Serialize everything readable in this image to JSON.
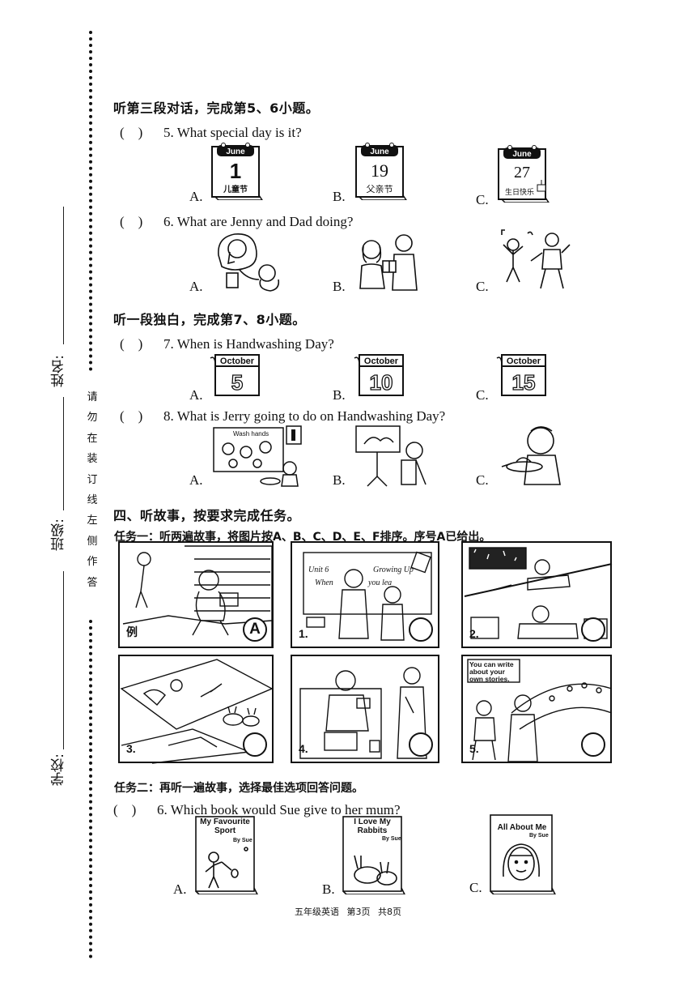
{
  "binding": {
    "name_label": "姓名:",
    "class_label": "班级:",
    "school_label": "学校:",
    "warning_chars": [
      "请",
      "勿",
      "在",
      "装",
      "订",
      "线",
      "左",
      "侧",
      "作",
      "答"
    ]
  },
  "section_dialogue3": {
    "title": "听第三段对话，完成第5、6小题。"
  },
  "q5": {
    "paren": "(　)",
    "number": "5.",
    "text": "What special day is it?",
    "options": [
      {
        "letter": "A.",
        "month": "June",
        "day": "1",
        "caption": "儿童节"
      },
      {
        "letter": "B.",
        "month": "June",
        "day": "19",
        "caption": "父亲节"
      },
      {
        "letter": "C.",
        "month": "June",
        "day": "27",
        "caption": "生日快乐"
      }
    ]
  },
  "q6": {
    "paren": "(　)",
    "number": "6.",
    "text": "What are Jenny and Dad doing?",
    "options": [
      {
        "letter": "A."
      },
      {
        "letter": "B."
      },
      {
        "letter": "C."
      }
    ]
  },
  "section_monologue": {
    "title": "听一段独白，完成第7、8小题。"
  },
  "q7": {
    "paren": "(　)",
    "number": "7.",
    "text": "When is Handwashing Day?",
    "options": [
      {
        "letter": "A.",
        "month": "October",
        "day": "5"
      },
      {
        "letter": "B.",
        "month": "October",
        "day": "10"
      },
      {
        "letter": "C.",
        "month": "October",
        "day": "15"
      }
    ]
  },
  "q8": {
    "paren": "(　)",
    "number": "8.",
    "text": "What is Jerry going to do on Handwashing Day?",
    "options": [
      {
        "letter": "A.",
        "sign": "Wash hands"
      },
      {
        "letter": "B."
      },
      {
        "letter": "C."
      }
    ]
  },
  "part4": {
    "title": "四、听故事，按要求完成任务。",
    "task1": "任务一：听两遍故事，将图片按A、B、C、D、E、F排序。序号A已给出。",
    "panels": [
      {
        "label": "例",
        "circle": "A"
      },
      {
        "label": "1.",
        "circle": "",
        "board_line1": "Unit 6",
        "board_line2": "Growing Up",
        "board_line3": "When",
        "board_line4": "you lea"
      },
      {
        "label": "2.",
        "circle": ""
      },
      {
        "label": "3.",
        "circle": ""
      },
      {
        "label": "4.",
        "circle": ""
      },
      {
        "label": "5.",
        "circle": "",
        "sign": "You can write about your own stories."
      }
    ],
    "task2": "任务二：再听一遍故事，选择最佳选项回答问题。"
  },
  "q6b": {
    "paren": "(　)",
    "number": "6.",
    "text": "Which book would Sue give to her mum?",
    "options": [
      {
        "letter": "A.",
        "title": "My Favourite Sport",
        "by": "By Sue"
      },
      {
        "letter": "B.",
        "title": "I Love My Rabbits",
        "by": "By Sue"
      },
      {
        "letter": "C.",
        "title": "All About Me",
        "by": "By Sue"
      }
    ]
  },
  "footer": {
    "subject": "五年级英语",
    "page": "第3页",
    "total": "共8页"
  }
}
